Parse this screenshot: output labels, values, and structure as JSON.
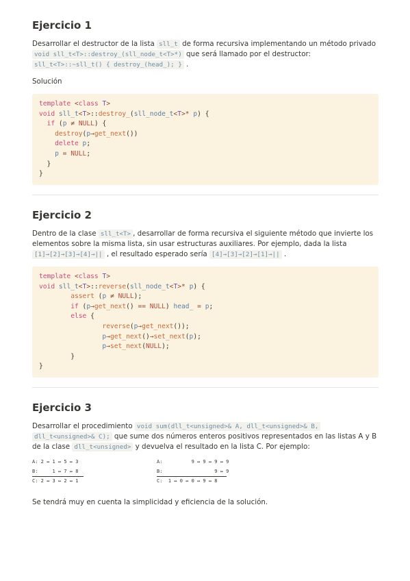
{
  "ex1": {
    "title": "Ejercicio 1",
    "p1": "Desarrollar el destructor de la lista ",
    "p1_code1": "sll_t",
    "p1_b": " de forma recursiva implementando un método privado",
    "p1_code2": "void sll_t<T>::destroy_(sll_node_t<T>*)",
    "p1_c": " que será llamado por el destructor:",
    "p1_code3": "sll_t<T>::~sll_t() { destroy_(head_); }",
    "p1_d": " .",
    "solution_label": "Solución"
  },
  "ex2": {
    "title": "Ejercicio 2",
    "p_a": "Dentro de la clase ",
    "p_code1": "sll_t<T>",
    "p_b": ", desarrollar de forma recursiva el siguiente método que invierte los elementos sobre la misma lista, sin usar estructuras auxiliares. Por ejemplo, dada la lista ",
    "p_code2": "[1]→[2]→[3]→[4]→||",
    "p_c": " , el resultado esperado sería ",
    "p_code3": "[4]→[3]→[2]→[1]→||",
    "p_d": " ."
  },
  "ex3": {
    "title": "Ejercicio 3",
    "p_a": "Desarrollar el procedimiento ",
    "p_code1": "void sum(dll_t<unsigned>& A, dll_t<unsigned>& B,",
    "p_code2": "dll_t<unsigned>& C);",
    "p_b": " que sume dos números enteros positivos representados en las listas A y B de la clase ",
    "p_code3": "dll_t<unsigned>",
    "p_c": " y devuelva el resultado en la lista C. Por ejemplo:",
    "example1": {
      "a": "A: 2 ↔ 1 ↔ 5 ↔ 3",
      "b": "B:     1 ↔ 7 ↔ 8",
      "c": "C: 2 ↔ 3 ↔ 2 ↔ 1"
    },
    "example2": {
      "a": "A:          9 ↔ 9 ↔ 9 ↔ 9",
      "b": "B:                  9 ↔ 9",
      "c": "C:  1 ↔ 0 ↔ 0 ↔ 9 ↔ 8"
    },
    "closing": "Se tendrá muy en cuenta la simplicidad y eficiencia de la solución."
  },
  "colors": {
    "code_bg": "#fbf3e0",
    "inline_code": "#6a8fa8",
    "keyword": "#c94a7a"
  }
}
